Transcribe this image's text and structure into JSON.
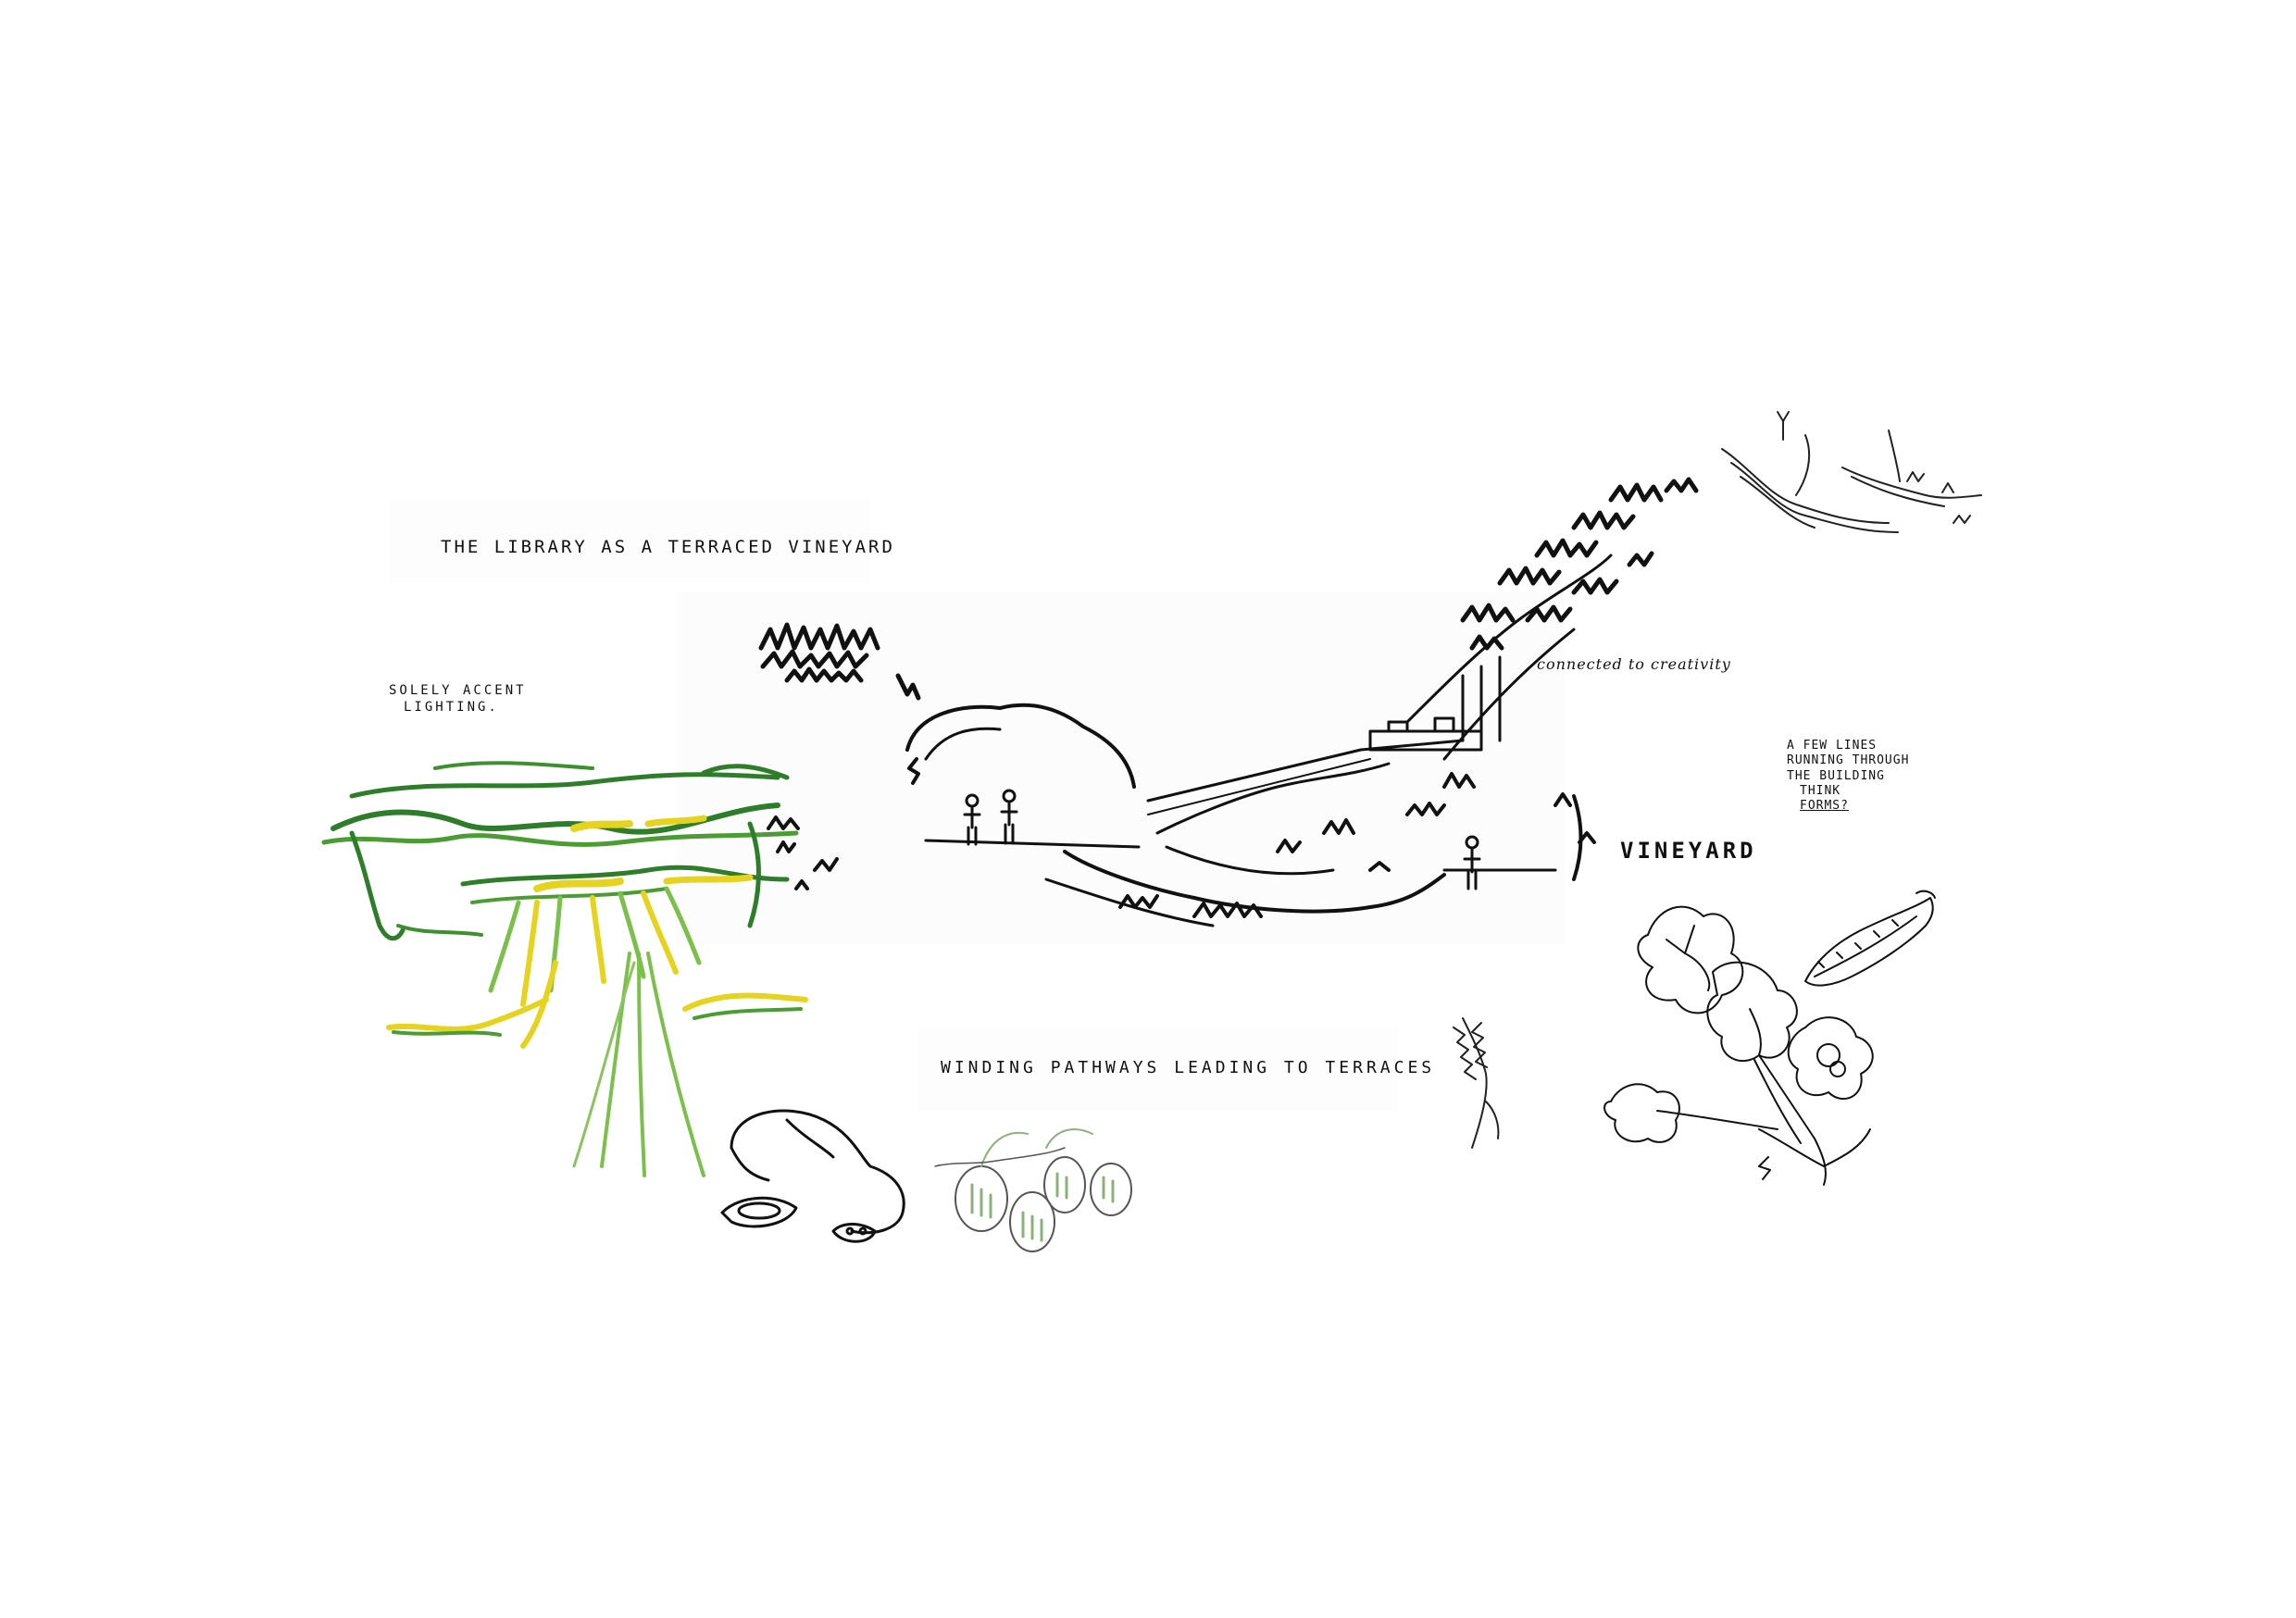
{
  "annotations": {
    "title": "THE LIBRARY AS A TERRACED VINEYARD",
    "accent_lighting": [
      "SOLELY ACCENT",
      "LIGHTING."
    ],
    "connected": "connected to creativity",
    "few_lines": [
      "A FEW LINES",
      "RUNNING THROUGH",
      "THE BUILDING",
      "THINK",
      "FORMS?"
    ],
    "vineyard": "VINEYARD",
    "pathways": "WINDING PATHWAYS LEADING TO TERRACES"
  },
  "colors": {
    "ink": "#111111",
    "green_dark": "#2e7d2b",
    "green_light": "#7cbf4a",
    "yellow": "#e6d320",
    "pencil_green": "#8ab37a"
  }
}
